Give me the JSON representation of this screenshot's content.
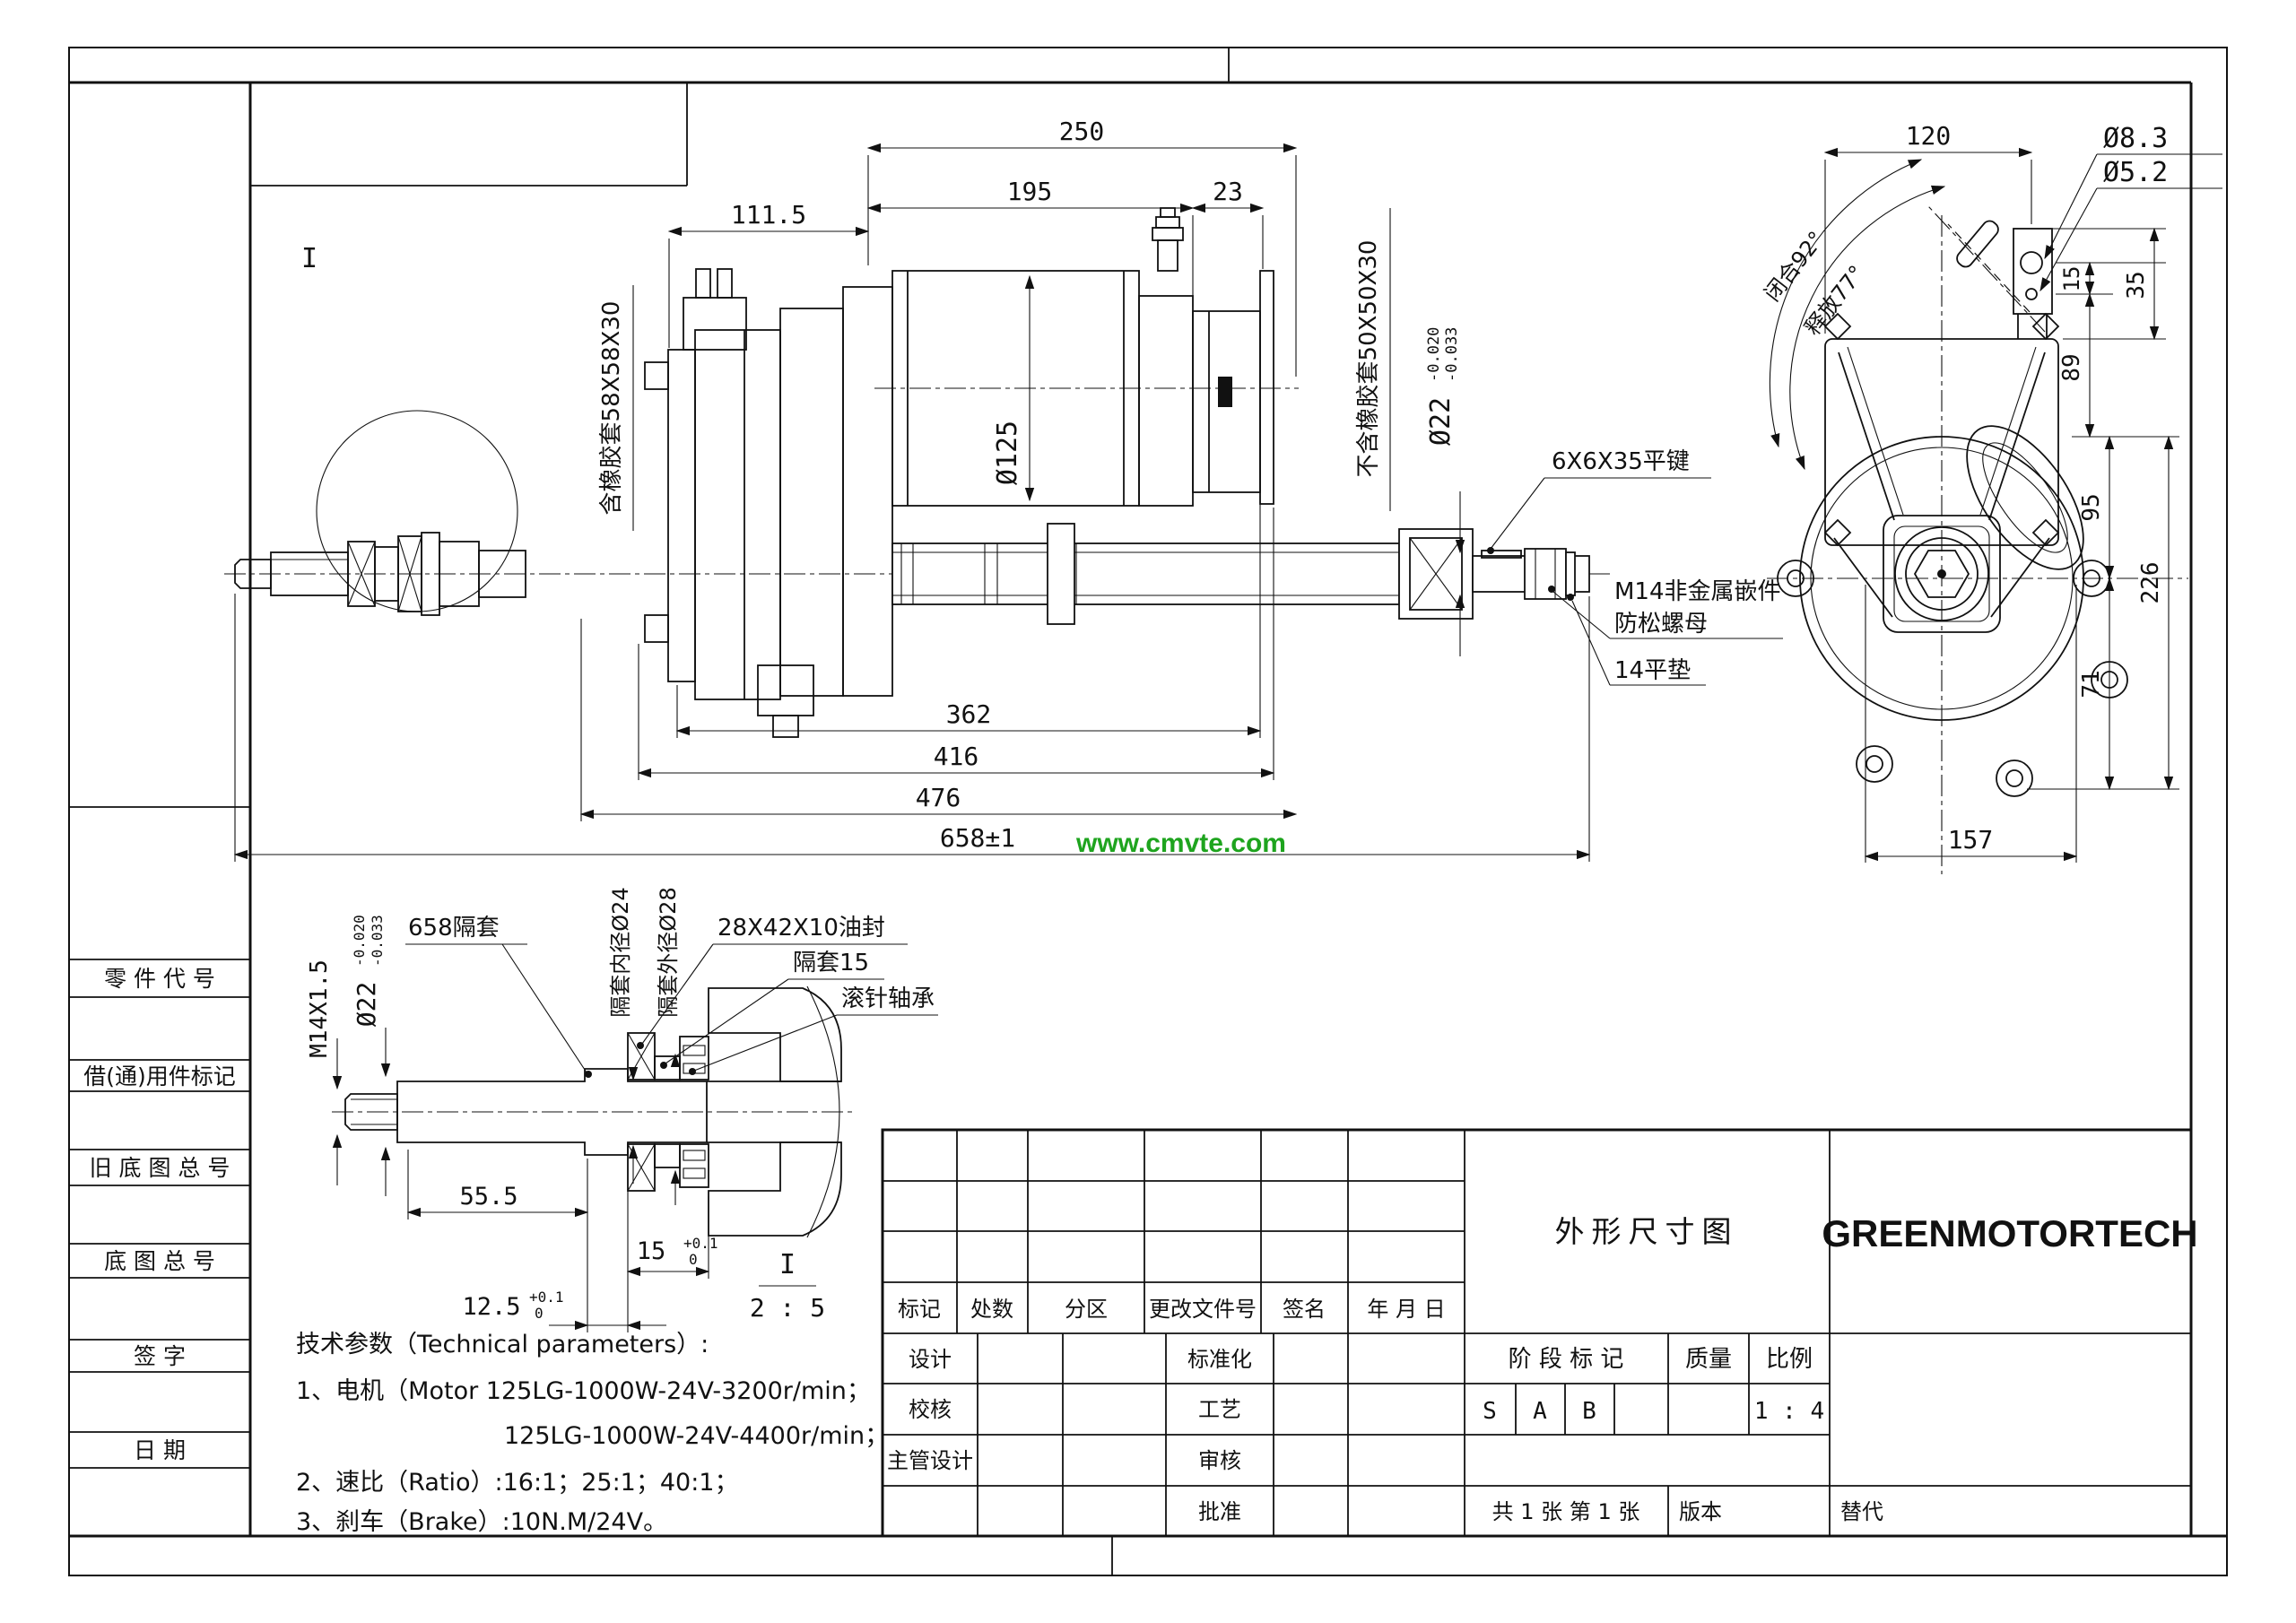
{
  "watermark": {
    "text": "www.cmvte.com",
    "color": "#1ea41e"
  },
  "main_view": {
    "dim_250": "250",
    "dim_195": "195",
    "dim_23": "23",
    "dim_111_5": "111.5",
    "label_with_rubber": "含橡胶套58X58X30",
    "label_without_rubber": "不含橡胶套50X50X30",
    "dim_dia125": "Ø125",
    "dim_dia22": "Ø22",
    "dia22_tol_upper": "-0.020",
    "dia22_tol_lower": "-0.033",
    "dim_362": "362",
    "dim_416": "416",
    "dim_476": "476",
    "dim_658": "658±1",
    "label_flat_key": "6X6X35平键",
    "label_locknut_line1": "M14非金属嵌件",
    "label_locknut_line2": "防松螺母",
    "label_washer": "14平垫",
    "detail_mark": "I"
  },
  "front_view": {
    "dim_120": "120",
    "dim_dia8_3": "Ø8.3",
    "dim_dia5_2": "Ø5.2",
    "angle_closed": "闭合92°",
    "angle_released": "释放77°",
    "dim_15": "15",
    "dim_35": "35",
    "dim_89": "89",
    "dim_95": "95",
    "dim_226": "226",
    "dim_71": "71",
    "dim_157": "157"
  },
  "detail_view": {
    "label_spacer_658": "658隔套",
    "label_oil_seal": "28X42X10油封",
    "label_spacer_15": "隔套15",
    "label_needle_bearing": "滚针轴承",
    "label_thread": "M14X1.5",
    "dim_dia22": "Ø22",
    "dia22_tol_upper": "-0.020",
    "dia22_tol_lower": "-0.033",
    "label_spacer_id": "隔套内径Ø24",
    "label_spacer_od": "隔套外径Ø28",
    "dim_55_5": "55.5",
    "dim_15": "15",
    "dim_12_5": "12.5",
    "tol_plus": "+0.1",
    "tol_zero": "0",
    "detail_mark": "I",
    "detail_scale": "2 : 5"
  },
  "tech_params": {
    "title": "技术参数（Technical parameters）:",
    "line1": "1、电机（Motor  125LG-1000W-24V-3200r/min；",
    "line2": "125LG-1000W-24V-4400r/min；",
    "line3": "2、速比（Ratio）:16:1；25:1；40:1；",
    "line4": "3、刹车（Brake）:10N.M/24V。"
  },
  "margin_blocks": {
    "part_code": "零 件 代 号",
    "borrowed_mark": "借(通)用件标记",
    "old_drawing_no": "旧 底 图 总 号",
    "drawing_no": "底 图 总 号",
    "signature": "签  字",
    "date": "日  期"
  },
  "title_block": {
    "company": "GREENMOTORTECH",
    "drawing_title": "外形尺寸图",
    "rev_cols": [
      "标记",
      "处数",
      "分区",
      "更改文件号",
      "签名",
      "年 月 日"
    ],
    "roles_left": [
      "设计",
      "校核",
      "主管设计"
    ],
    "roles_mid": [
      "标准化",
      "工艺",
      "审核",
      "批准"
    ],
    "stage_label": "阶 段 标 记",
    "mass_label": "质量",
    "scale_label": "比例",
    "stage_marks": [
      "S",
      "A",
      "B"
    ],
    "scale_value": "1 : 4",
    "sheet_info": "共 1 张  第 1 张",
    "version_label": "版本",
    "replace_label": "替代"
  }
}
